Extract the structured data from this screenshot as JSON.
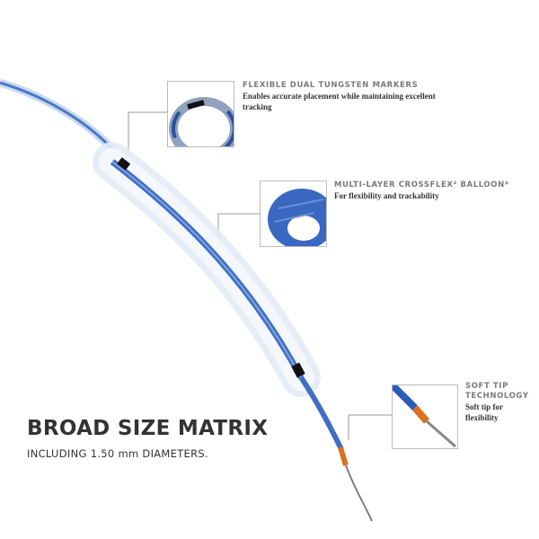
{
  "callouts": [
    {
      "title": "FLEXIBLE DUAL TUNGSTEN MARKERS",
      "desc": "Enables accurate placement while maintaining excellent tracking"
    },
    {
      "title": "MULTI-LAYER CROSSFLEX² BALLOON*",
      "desc": "For flexibility and trackability"
    },
    {
      "title_line1": "SOFT TIP",
      "title_line2": "TECHNOLOGY",
      "desc_line1": "Soft tip for",
      "desc_line2": "flexibility"
    }
  ],
  "headline": "BROAD SIZE MATRIX",
  "subheadline": "INCLUDING 1.50 mm DIAMETERS.",
  "colors": {
    "catheter_blue": "#3f6fc4",
    "marker": "#111111",
    "tip_orange": "#d9711f",
    "balloon": "#dfe8f5"
  }
}
